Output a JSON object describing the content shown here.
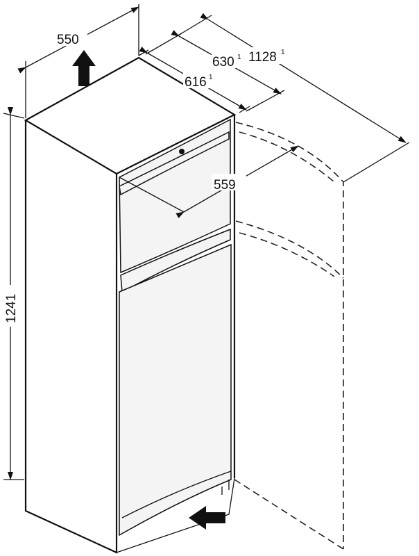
{
  "dimensions": {
    "width": "550",
    "depth_616": "616",
    "depth_616_note": "1",
    "depth_630": "630",
    "depth_630_note": "1",
    "depth_open": "1128",
    "depth_open_note": "1",
    "inner_width": "559",
    "height": "1241"
  },
  "icons": [
    "ventilation-up-arrow",
    "airflow-in-arrow"
  ]
}
